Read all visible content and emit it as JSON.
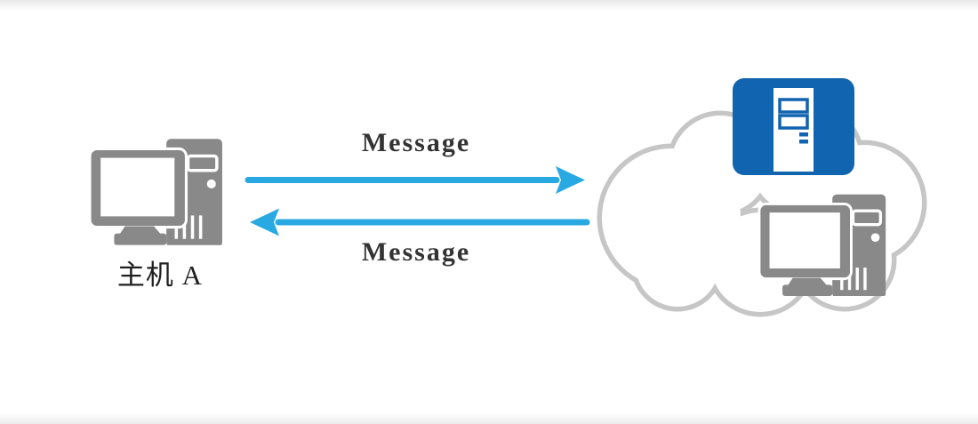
{
  "host": {
    "label": "主机 A",
    "icon": "desktop-computer-icon"
  },
  "arrows": {
    "request": {
      "label": "Message",
      "direction": "right"
    },
    "response": {
      "label": "Message",
      "direction": "left"
    }
  },
  "cloud": {
    "icon": "cloud-icon",
    "contains": [
      "server-icon",
      "desktop-computer-icon"
    ]
  },
  "colors": {
    "arrow_blue": "#29a9e1",
    "device_gray": "#898989",
    "cloud_stroke": "#c6c6c6",
    "server_blue": "#1164b0",
    "text_dark": "#333333",
    "label_black": "#1f1f1f"
  }
}
